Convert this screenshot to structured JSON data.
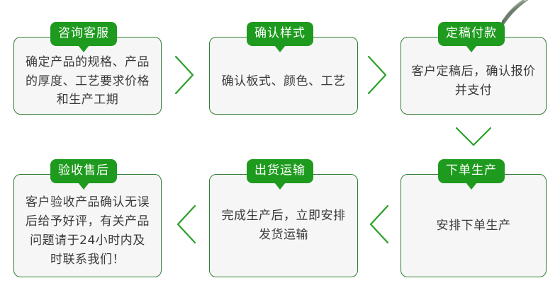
{
  "page": {
    "title": "工作流程图",
    "accent_color": "#1e9b1e",
    "border_color": "#2e7d32",
    "card_fill": "#f6f6f6",
    "body_text_color": "#3a3a3a",
    "badge_text_color": "#ffffff",
    "background_color": "#ffffff",
    "decor_color": "#8b998b"
  },
  "steps": [
    {
      "id": "step-1",
      "badge": "咨询客服",
      "body": "确定产品的规格、产品的厚度、工艺要求价格和生产工期"
    },
    {
      "id": "step-2",
      "badge": "确认样式",
      "body": "确认板式、颜色、工艺"
    },
    {
      "id": "step-3",
      "badge": "定稿付款",
      "body": "客户定稿后，确认报价并支付"
    },
    {
      "id": "step-4",
      "badge": "下单生产",
      "body": "安排下单生产"
    },
    {
      "id": "step-5",
      "badge": "出货运输",
      "body": "完成生产后，立即安排发货运输"
    },
    {
      "id": "step-6",
      "badge": "验收售后",
      "body": "客户验收产品确认无误后给予好评，有关产品问题请于24小时内及时联系我们！"
    }
  ],
  "connectors": [
    {
      "id": "connector-1-to-2",
      "direction": "right"
    },
    {
      "id": "connector-2-to-3",
      "direction": "right"
    },
    {
      "id": "connector-3-to-4",
      "direction": "down"
    },
    {
      "id": "connector-4-to-5",
      "direction": "left"
    },
    {
      "id": "connector-5-to-6",
      "direction": "left"
    }
  ]
}
